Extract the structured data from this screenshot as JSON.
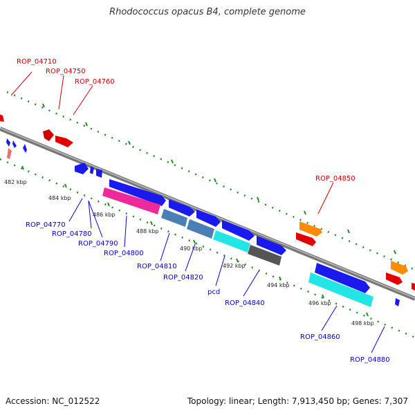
{
  "title": "Rhodococcus opacus B4, complete genome",
  "accession": "Accession: NC_012522",
  "stats": "Topology: linear; Length: 7,913,450 bp; Genes: 7,307",
  "colors": {
    "label_red": "#cc0000",
    "label_blue": "#0000cc",
    "backbone": "#8a8a8a",
    "tick_green": "#228b22",
    "gene_red": "#e80000",
    "gene_blue": "#1a1aee",
    "gene_magenta": "#ee2a9a",
    "gene_steel": "#4a7fb5",
    "gene_cyan": "#22e6e6",
    "gene_gray": "#555555",
    "gene_orange": "#ff8c00",
    "gene_pink": "#e87070"
  },
  "kbp_labels": [
    "482 kbp",
    "484 kbp",
    "486 kbp",
    "488 kbp",
    "490 kbp",
    "492 kbp",
    "494 kbp",
    "496 kbp",
    "498 kbp"
  ],
  "gene_labels_top": [
    "ROP_04710",
    "ROP_04750",
    "ROP_04760",
    "ROP_04850"
  ],
  "gene_labels_bottom": [
    "ROP_04770",
    "ROP_04780",
    "ROP_04790",
    "ROP_04800",
    "ROP_04810",
    "ROP_04820",
    "pcd",
    "ROP_04840",
    "ROP_04860",
    "ROP_04880"
  ]
}
